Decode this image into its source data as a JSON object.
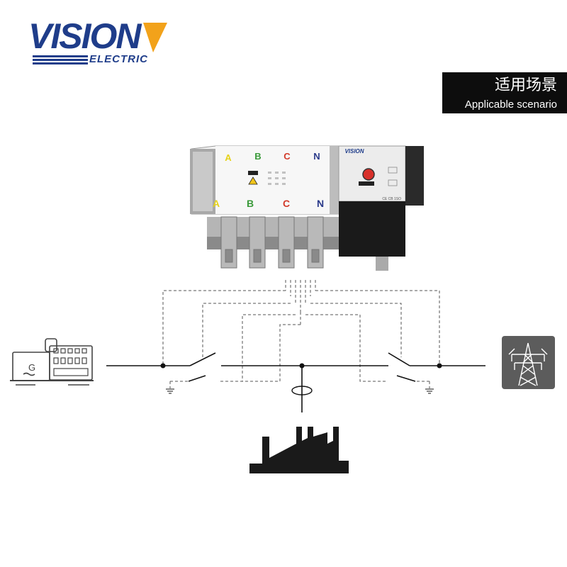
{
  "logo": {
    "brand": "VISION",
    "subtitle": "ELECTRIC",
    "brand_color": "#1f3d8a",
    "accent_color": "#f2a21a"
  },
  "tag": {
    "title_cn": "适用场景",
    "title_en": "Applicable scenario",
    "bg_color": "#0d0d0d"
  },
  "device": {
    "phase_labels_top": [
      "A",
      "B",
      "C",
      "N"
    ],
    "phase_labels_bottom": [
      "A",
      "B",
      "C",
      "N"
    ],
    "phase_colors": [
      "#e6d21a",
      "#3a9a3a",
      "#d23a2a",
      "#2a3a8a"
    ],
    "controller_brand": "VISION",
    "controller_marks": "CE CB 1SO"
  },
  "icons": [
    "generator-icon",
    "power-tower-icon",
    "factory-icon"
  ]
}
